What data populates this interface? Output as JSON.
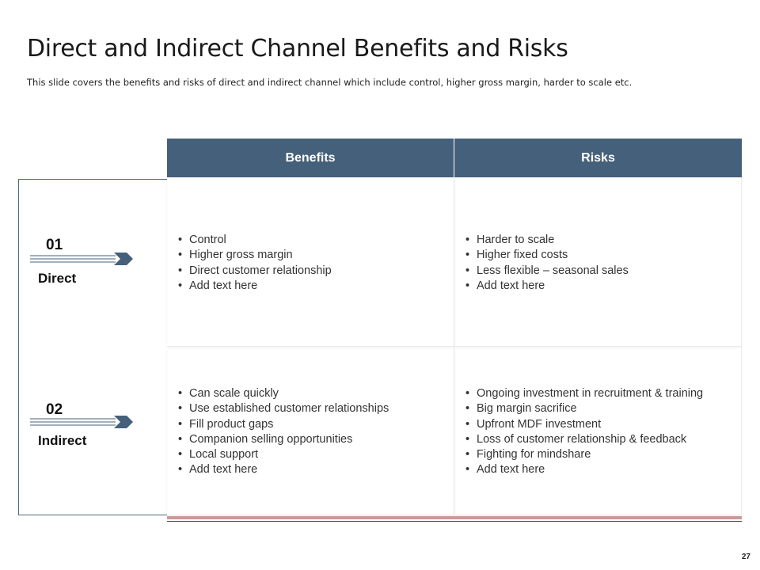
{
  "slide": {
    "title": "Direct and Indirect Channel Benefits and Risks",
    "subtitle": "This slide covers the benefits and risks of direct and indirect channel which include control, higher gross margin, harder to scale etc.",
    "page_number": "27"
  },
  "table": {
    "headers": {
      "benefits": "Benefits",
      "risks": "Risks"
    },
    "rows": [
      {
        "number": "01",
        "label": "Direct",
        "benefits": [
          "Control",
          "Higher gross margin",
          "Direct customer relationship",
          "Add text here"
        ],
        "risks": [
          "Harder to scale",
          "Higher fixed costs",
          "Less flexible – seasonal sales",
          "Add text here"
        ]
      },
      {
        "number": "02",
        "label": "Indirect",
        "benefits": [
          "Can scale quickly",
          "Use established customer relationships",
          "Fill product gaps",
          "Companion selling opportunities",
          "Local support",
          "Add text here"
        ],
        "risks": [
          "Ongoing investment in recruitment & training",
          "Big margin sacrifice",
          "Upfront MDF investment",
          "Loss of customer relationship & feedback",
          "Fighting for mindshare",
          "Add text here"
        ]
      }
    ]
  },
  "colors": {
    "header_bg": "#45607a",
    "arrow": "#45607a",
    "accent_line": "#c99a98"
  },
  "icons": {
    "row_marker": "arrow-right-icon"
  }
}
